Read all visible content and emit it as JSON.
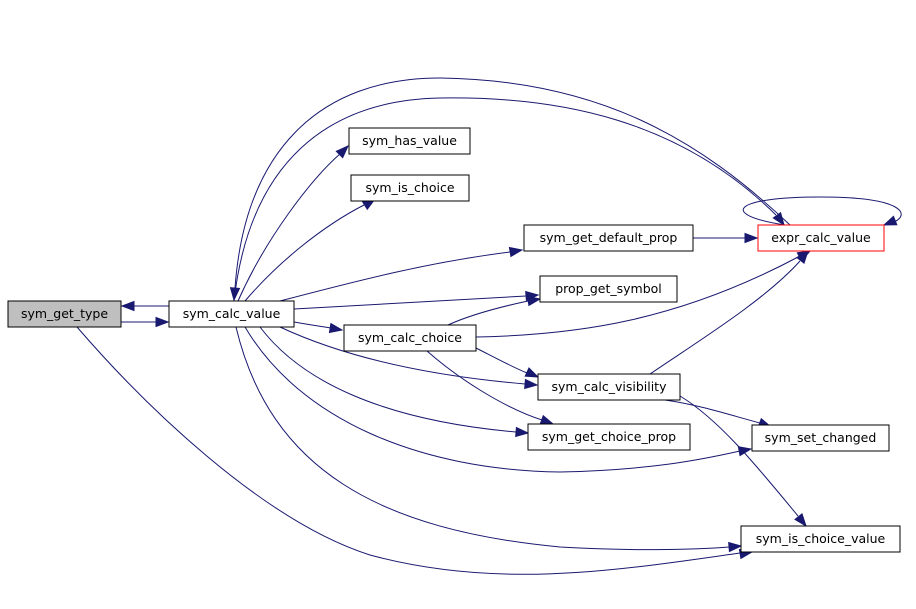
{
  "diagram": {
    "colors": {
      "edge": "#191970",
      "node_border": "#000000",
      "highlight_border": "#ff0000",
      "root_fill": "#bfbfbf",
      "node_fill": "#ffffff"
    },
    "nodes": {
      "sym_get_type": {
        "label": "sym_get_type",
        "style": "root"
      },
      "sym_calc_value": {
        "label": "sym_calc_value",
        "style": "normal"
      },
      "sym_has_value": {
        "label": "sym_has_value",
        "style": "normal"
      },
      "sym_is_choice": {
        "label": "sym_is_choice",
        "style": "normal"
      },
      "sym_get_default_prop": {
        "label": "sym_get_default_prop",
        "style": "normal"
      },
      "prop_get_symbol": {
        "label": "prop_get_symbol",
        "style": "normal"
      },
      "sym_calc_choice": {
        "label": "sym_calc_choice",
        "style": "normal"
      },
      "sym_calc_visibility": {
        "label": "sym_calc_visibility",
        "style": "normal"
      },
      "sym_get_choice_prop": {
        "label": "sym_get_choice_prop",
        "style": "normal"
      },
      "expr_calc_value": {
        "label": "expr_calc_value",
        "style": "highlight"
      },
      "sym_set_changed": {
        "label": "sym_set_changed",
        "style": "normal"
      },
      "sym_is_choice_value": {
        "label": "sym_is_choice_value",
        "style": "normal"
      }
    },
    "edges": [
      {
        "from": "sym_get_type",
        "to": "sym_calc_value"
      },
      {
        "from": "sym_calc_value",
        "to": "sym_get_type"
      },
      {
        "from": "sym_get_type",
        "to": "sym_is_choice_value"
      },
      {
        "from": "sym_calc_value",
        "to": "sym_has_value"
      },
      {
        "from": "sym_calc_value",
        "to": "sym_is_choice"
      },
      {
        "from": "sym_calc_value",
        "to": "sym_get_default_prop"
      },
      {
        "from": "sym_calc_value",
        "to": "prop_get_symbol"
      },
      {
        "from": "sym_calc_value",
        "to": "sym_calc_choice"
      },
      {
        "from": "sym_calc_value",
        "to": "sym_calc_visibility"
      },
      {
        "from": "sym_calc_value",
        "to": "sym_get_choice_prop"
      },
      {
        "from": "sym_calc_value",
        "to": "sym_set_changed"
      },
      {
        "from": "sym_calc_value",
        "to": "sym_is_choice_value"
      },
      {
        "from": "sym_calc_value",
        "to": "expr_calc_value"
      },
      {
        "from": "expr_calc_value",
        "to": "sym_calc_value"
      },
      {
        "from": "expr_calc_value",
        "to": "expr_calc_value"
      },
      {
        "from": "sym_get_default_prop",
        "to": "expr_calc_value"
      },
      {
        "from": "sym_calc_choice",
        "to": "prop_get_symbol"
      },
      {
        "from": "sym_calc_choice",
        "to": "expr_calc_value"
      },
      {
        "from": "sym_calc_choice",
        "to": "sym_calc_visibility"
      },
      {
        "from": "sym_calc_choice",
        "to": "sym_get_choice_prop"
      },
      {
        "from": "sym_calc_visibility",
        "to": "expr_calc_value"
      },
      {
        "from": "sym_calc_visibility",
        "to": "sym_set_changed"
      },
      {
        "from": "sym_calc_visibility",
        "to": "sym_is_choice_value"
      }
    ]
  }
}
